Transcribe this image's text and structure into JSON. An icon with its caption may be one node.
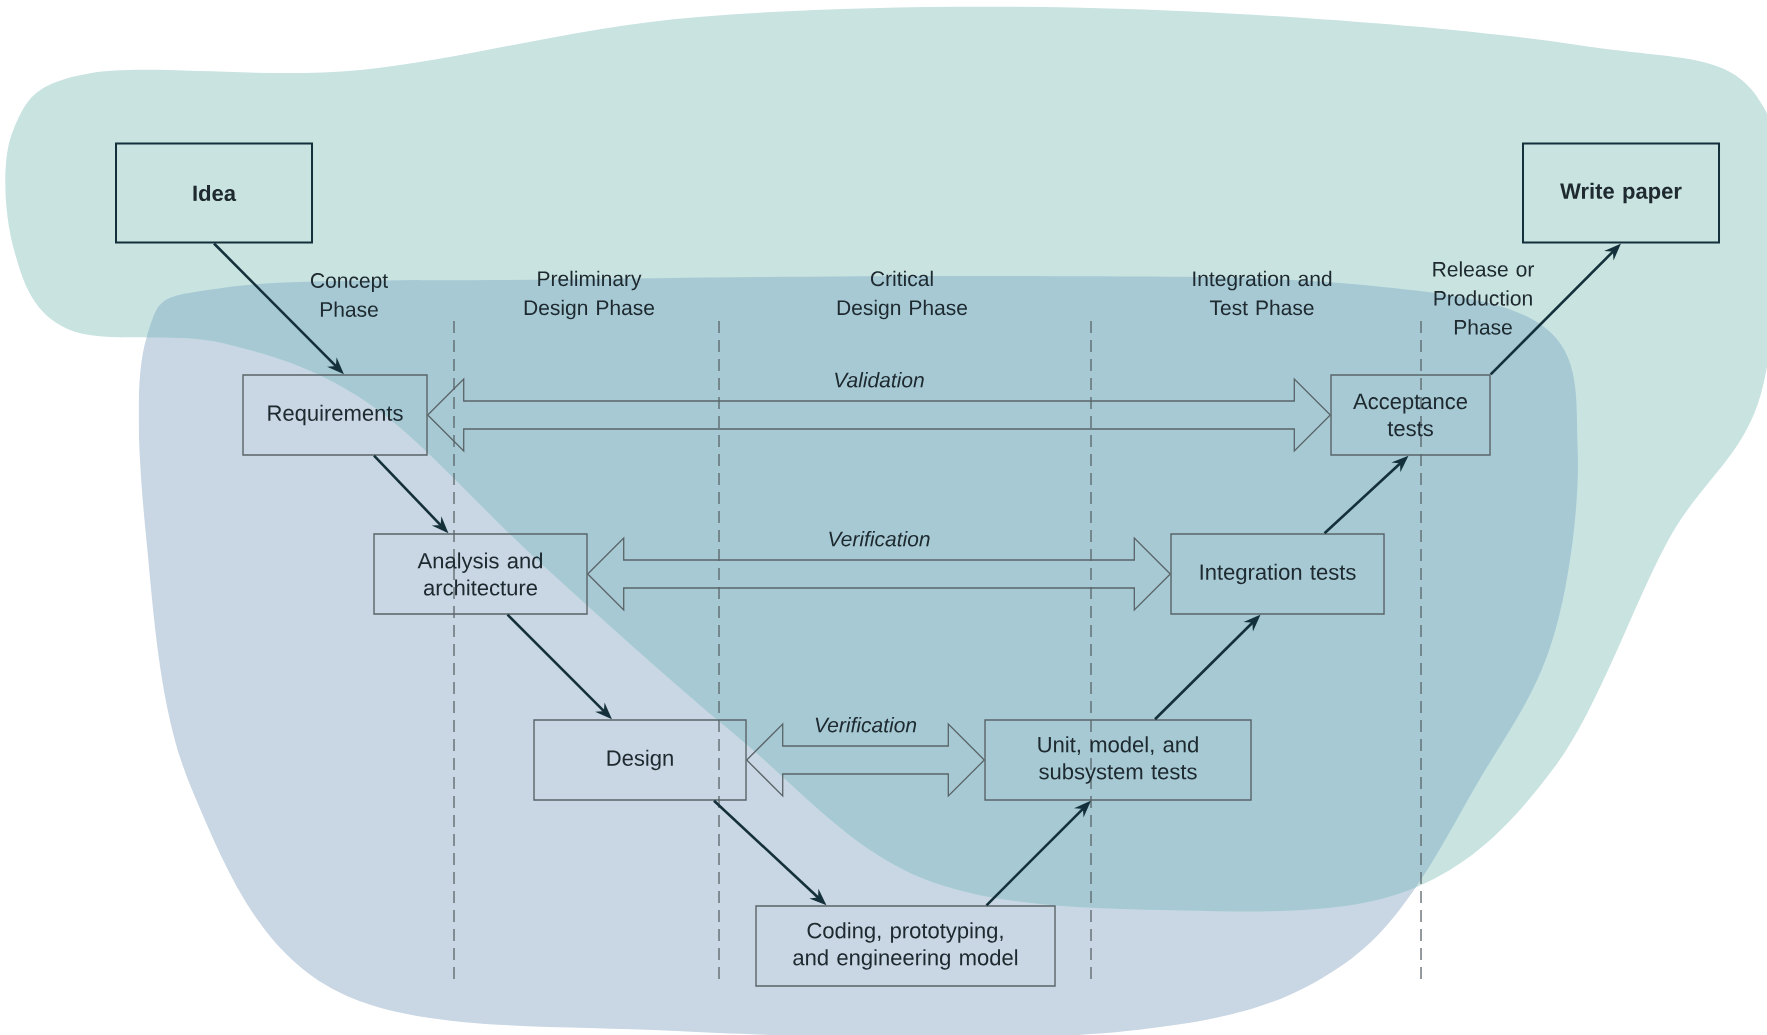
{
  "diagram": {
    "nodes": [
      {
        "text": [
          "Idea"
        ]
      },
      {
        "text": [
          "Requirements"
        ]
      },
      {
        "text": [
          "Analysis and architecture"
        ]
      },
      {
        "text": [
          "Design"
        ]
      },
      {
        "text": [
          "Coding, prototyping, and engineering model"
        ]
      },
      {
        "text": [
          "Unit, model, and subsystem tests"
        ]
      },
      {
        "text": [
          "Integration tests"
        ]
      },
      {
        "text": [
          "Acceptance tests"
        ]
      },
      {
        "text": [
          "Write paper"
        ]
      }
    ],
    "edges": [
      {
        "from": 0,
        "to": 1,
        "arrow": "to"
      },
      {
        "from": 1,
        "to": 2,
        "arrow": "to"
      },
      {
        "from": 2,
        "to": 3,
        "arrow": "to"
      },
      {
        "from": 3,
        "to": 4,
        "arrow": "to"
      },
      {
        "from": 4,
        "to": 5,
        "arrow": "to"
      },
      {
        "from": 5,
        "to": 6,
        "arrow": "to"
      },
      {
        "from": 6,
        "to": 7,
        "arrow": "to"
      },
      {
        "from": 7,
        "to": 8,
        "arrow": "to"
      },
      {
        "from": 1,
        "to": 7,
        "arrow": "both",
        "label": "Validation",
        "style": "thick"
      },
      {
        "from": 2,
        "to": 6,
        "arrow": "both",
        "label": "Verification",
        "style": "thick"
      },
      {
        "from": 3,
        "to": 5,
        "arrow": "both",
        "label": "Verification",
        "style": "thick"
      }
    ],
    "labels": [
      "Concept Phase",
      "Preliminary Design Phase",
      "Critical Design Phase",
      "Integration and Test Phase",
      "Release or Production Phase"
    ]
  }
}
